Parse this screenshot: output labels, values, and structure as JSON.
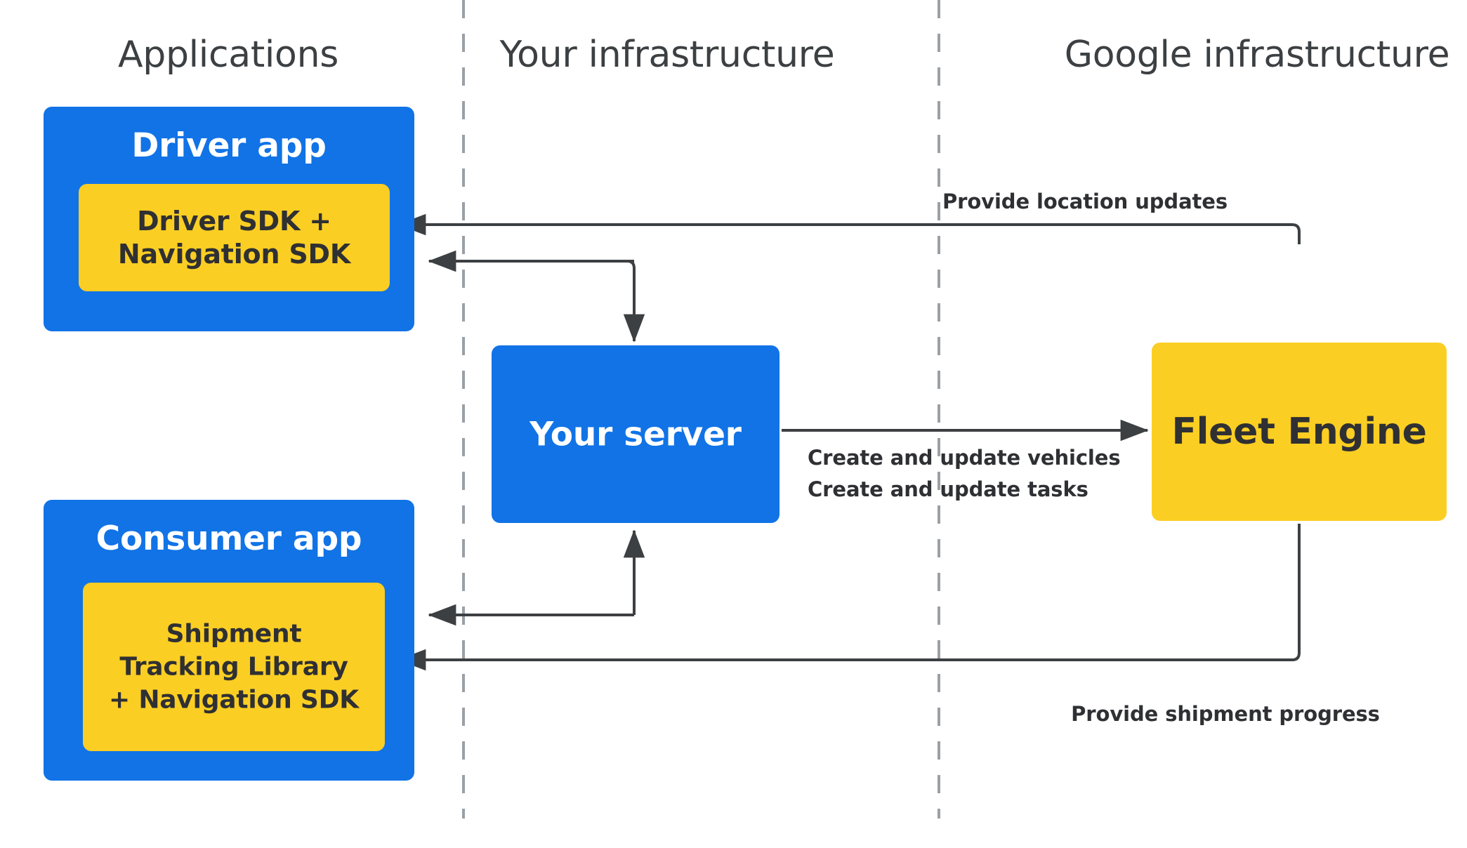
{
  "columns": [
    {
      "id": "applications",
      "label": "Applications"
    },
    {
      "id": "your-infrastructure",
      "label": "Your infrastructure"
    },
    {
      "id": "google-infrastructure",
      "label": "Google infrastructure"
    }
  ],
  "nodes": {
    "driver_app": {
      "title": "Driver app",
      "sdk_line1": "Driver SDK +",
      "sdk_line2": "Navigation SDK"
    },
    "consumer_app": {
      "title": "Consumer app",
      "sdk_line1": "Shipment",
      "sdk_line2": "Tracking Library",
      "sdk_line3": "+ Navigation SDK"
    },
    "your_server": {
      "title": "Your server"
    },
    "fleet_engine": {
      "title": "Fleet Engine"
    }
  },
  "edge_labels": {
    "location_updates": "Provide location updates",
    "create_update_vehicles": "Create and update vehicles",
    "create_update_tasks": "Create and update tasks",
    "shipment_progress": "Provide shipment progress"
  },
  "colors": {
    "app_box": "#1173e6",
    "sdk_box": "#fbce23",
    "text_dark": "#3c4043",
    "text_light": "#ffffff",
    "connector": "#3c4043",
    "divider": "#9aa0a6",
    "background": "#ffffff"
  }
}
